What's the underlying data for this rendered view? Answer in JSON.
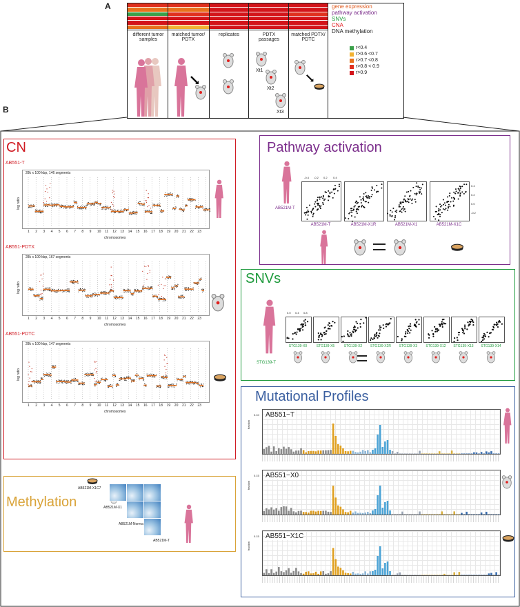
{
  "panel_a": {
    "letter": "A",
    "columns": [
      {
        "label": "different tumor samples"
      },
      {
        "label": "matched tumor/ PDTX"
      },
      {
        "label": "replicates"
      },
      {
        "label": "PDTX passages"
      },
      {
        "label": "matched PDTX/ PDTC"
      }
    ],
    "passage_labels": [
      "Xt1",
      "Xt2",
      "Xt3"
    ],
    "data_types": [
      {
        "label": "gene expression",
        "color": "#e05a1e"
      },
      {
        "label": "pathway activation",
        "color": "#7b2d8b"
      },
      {
        "label": "SNVs",
        "color": "#1e9a3c"
      },
      {
        "label": "CNA",
        "color": "#e31a1c"
      },
      {
        "label": "DNA methylation",
        "color": "#222222"
      }
    ],
    "legend": [
      {
        "label": "r<0.4",
        "color": "#3aa04a"
      },
      {
        "label": "r>0.6 <0.7",
        "color": "#f2b233"
      },
      {
        "label": "r>0.7 <0.8",
        "color": "#e8711c"
      },
      {
        "label": "r>0.8 < 0.9",
        "color": "#e0301e"
      },
      {
        "label": "r>0.9",
        "color": "#d3141a"
      }
    ]
  },
  "panel_b": {
    "letter": "B",
    "cn": {
      "title": "CN",
      "color": "#d01c24",
      "samples": [
        {
          "name": "AB551-T",
          "header": "28k x 100 kbp, 146 segments"
        },
        {
          "name": "AB551-PDTX",
          "header": "28k x 100 kbp, 167 segments"
        },
        {
          "name": "AB551-PDTC",
          "header": "28k x 100 kbp, 147 segments"
        }
      ],
      "ylabel": "log ratio",
      "xlabel": "chromosomes",
      "chromosomes": [
        "1",
        "2",
        "3",
        "4",
        "5",
        "6",
        "7",
        "8",
        "9",
        "10",
        "11",
        "12",
        "13",
        "14",
        "15",
        "16",
        "17",
        "18",
        "19",
        "20",
        "21",
        "22",
        "23"
      ]
    },
    "methylation": {
      "title": "Methylation",
      "color": "#d9a338",
      "labels": [
        "AB521M-X1C7",
        "AB521M-X1",
        "AB521M-Normal",
        "AB521M-T"
      ]
    },
    "pathway": {
      "title": "Pathway activation",
      "color": "#7b2d8b",
      "reference": "AB521M-T",
      "scatters": [
        "AB521M-T",
        "AB521M-X1R",
        "AB521M-X1",
        "AB521M-X1C"
      ],
      "x_ticks": [
        "-0.4",
        "-0.2",
        "0.2",
        "0.4"
      ],
      "y_ticks": [
        "0.4",
        "0.2",
        "0.0",
        "-0.2"
      ]
    },
    "snvs": {
      "title": "SNVs",
      "color": "#1e9a3c",
      "reference": "STG139-T",
      "scatters": [
        "STG139-X0",
        "STG139-X5",
        "STG139-X2",
        "STG139-X2R",
        "STG139-X3",
        "STG139-X12",
        "STG139-X13",
        "STG139-X14"
      ],
      "x_ticks": [
        "0.0",
        "0.4",
        "0.8"
      ]
    },
    "mutational": {
      "title": "Mutational Profiles",
      "color": "#3a5fa0",
      "ylabel": "fraction",
      "profiles": [
        {
          "name": "AB551−T",
          "ymax_label": "0.10"
        },
        {
          "name": "AB551−X0",
          "ymax_label": "0.15"
        },
        {
          "name": "AB551−X1C",
          "ymax_label": "0.15"
        }
      ]
    }
  }
}
